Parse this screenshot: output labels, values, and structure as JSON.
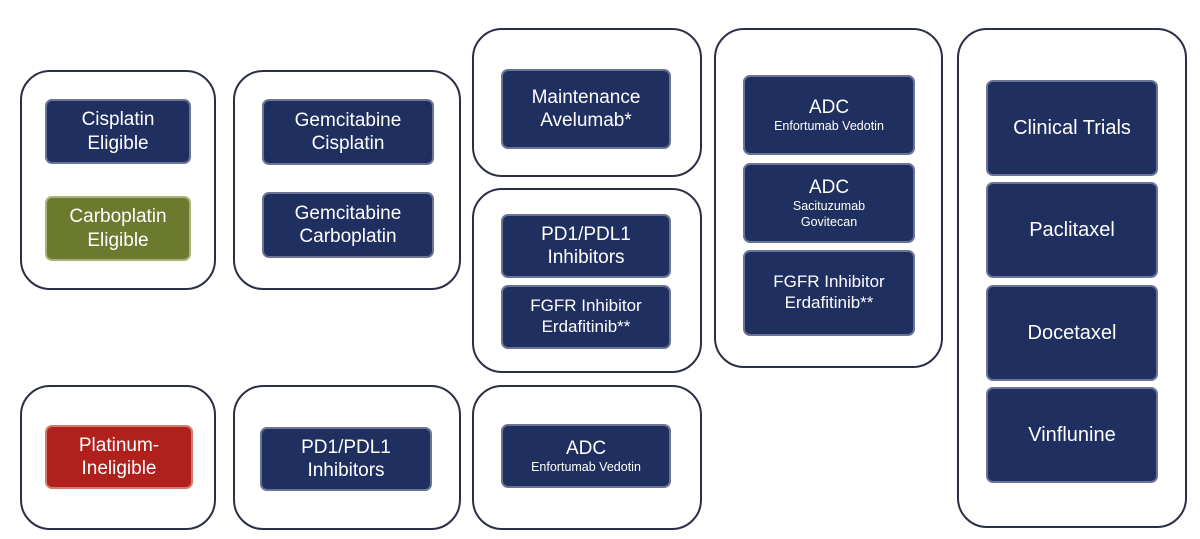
{
  "colors": {
    "navy_box": "#1f3060",
    "green_box": "#6b7a2e",
    "red_box": "#b0201c",
    "group_border": "#2a2f45"
  },
  "col1": {
    "cisplatin": {
      "line1": "Cisplatin",
      "line2": "Eligible"
    },
    "carboplatin": {
      "line1": "Carboplatin",
      "line2": "Eligible"
    },
    "platinum_ineligible": {
      "line1": "Platinum-",
      "line2": "Ineligible"
    }
  },
  "col2": {
    "gem_cis": {
      "line1": "Gemcitabine",
      "line2": "Cisplatin"
    },
    "gem_carbo": {
      "line1": "Gemcitabine",
      "line2": "Carboplatin"
    },
    "pd1_bottom": {
      "line1": "PD1/PDL1",
      "line2": "Inhibitors"
    }
  },
  "col3": {
    "maintenance": {
      "line1": "Maintenance",
      "line2": "Avelumab*"
    },
    "pd1": {
      "line1": "PD1/PDL1",
      "line2": "Inhibitors"
    },
    "fgfr": {
      "line1": "FGFR Inhibitor",
      "line2": "Erdafitinib**"
    },
    "adc_bottom": {
      "title": "ADC",
      "sub": "Enfortumab Vedotin"
    }
  },
  "col4": {
    "adc_ev": {
      "title": "ADC",
      "sub": "Enfortumab Vedotin"
    },
    "adc_sg": {
      "title": "ADC",
      "sub1": "Sacituzumab",
      "sub2": "Govitecan"
    },
    "fgfr": {
      "line1": "FGFR Inhibitor",
      "line2": "Erdafitinib**"
    }
  },
  "col5": {
    "clinical_trials": "Clinical Trials",
    "paclitaxel": "Paclitaxel",
    "docetaxel": "Docetaxel",
    "vinflunine": "Vinflunine"
  }
}
